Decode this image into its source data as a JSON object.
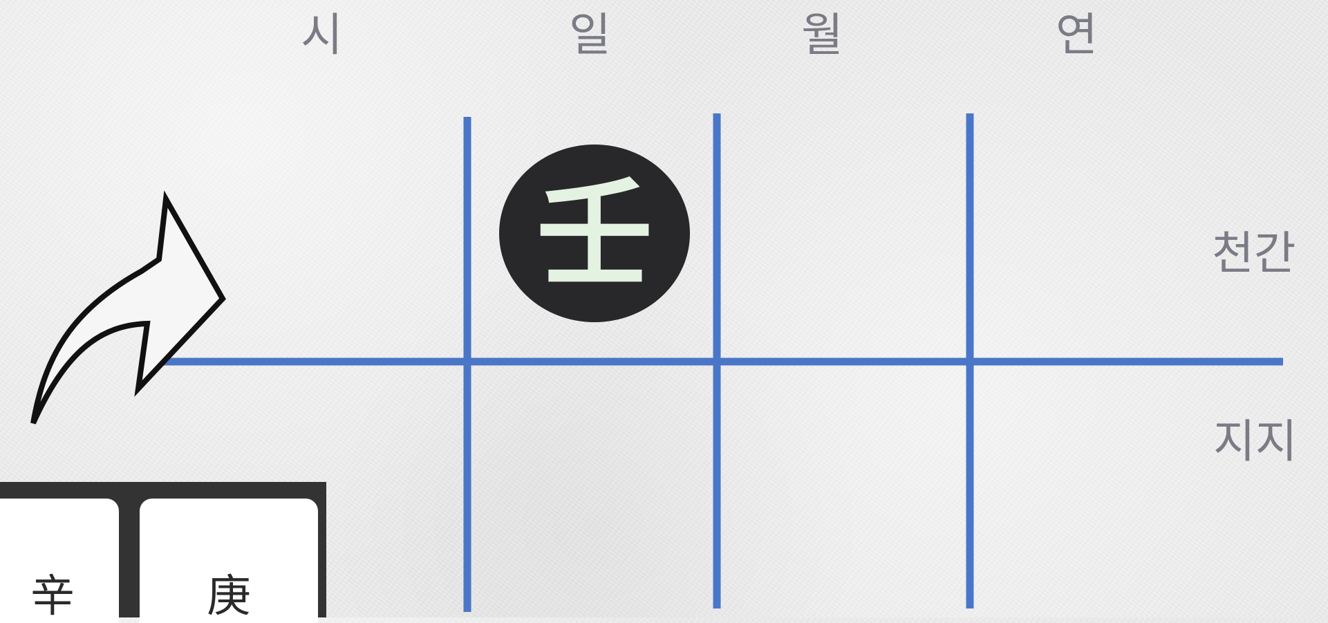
{
  "columns": [
    {
      "label": "시"
    },
    {
      "label": "일"
    },
    {
      "label": "월"
    },
    {
      "label": "연"
    }
  ],
  "rows": [
    {
      "label": "천간"
    },
    {
      "label": "지지"
    }
  ],
  "day_stem": {
    "char": "壬"
  },
  "cards": [
    {
      "char": "辛"
    },
    {
      "char": "庚"
    }
  ],
  "colors": {
    "grid_line": "#4a76c7",
    "circle_fill": "#28282b",
    "circle_text": "#e3f2e1",
    "label_text": "#7b7b85",
    "card_panel": "#333333"
  },
  "icons": {
    "arrow": "curved-arrow-icon"
  }
}
